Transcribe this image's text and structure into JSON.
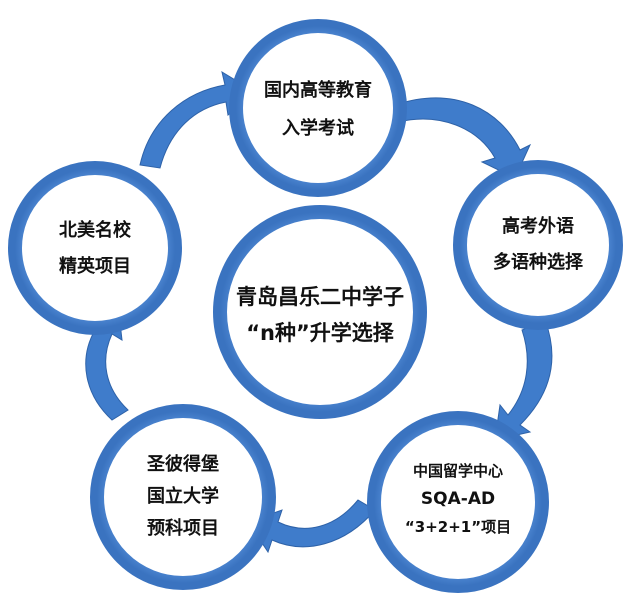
{
  "colors": {
    "ring": "#4a86d4",
    "ring_edge": "#3a73c0",
    "arrow": "#3f7ccb",
    "arrow_dark": "#2e62a8",
    "text": "#111111",
    "fill": "#ffffff"
  },
  "center": {
    "line1": "青岛昌乐二中学子",
    "line2": "“n种”升学选择"
  },
  "nodes": [
    {
      "id": "gaokao",
      "line1": "国内高等教育",
      "line2": "入学考试"
    },
    {
      "id": "language",
      "line1": "高考外语",
      "line2": "多语种选择"
    },
    {
      "id": "sqa",
      "line1": "中国留学中心",
      "line2": "SQA-AD",
      "line3": "“3+2+1”项目"
    },
    {
      "id": "spbu",
      "line1": "圣彼得堡",
      "line2": "国立大学",
      "line3": "预科项目"
    },
    {
      "id": "northamerica",
      "line1": "北美名校",
      "line2": "精英项目"
    }
  ]
}
